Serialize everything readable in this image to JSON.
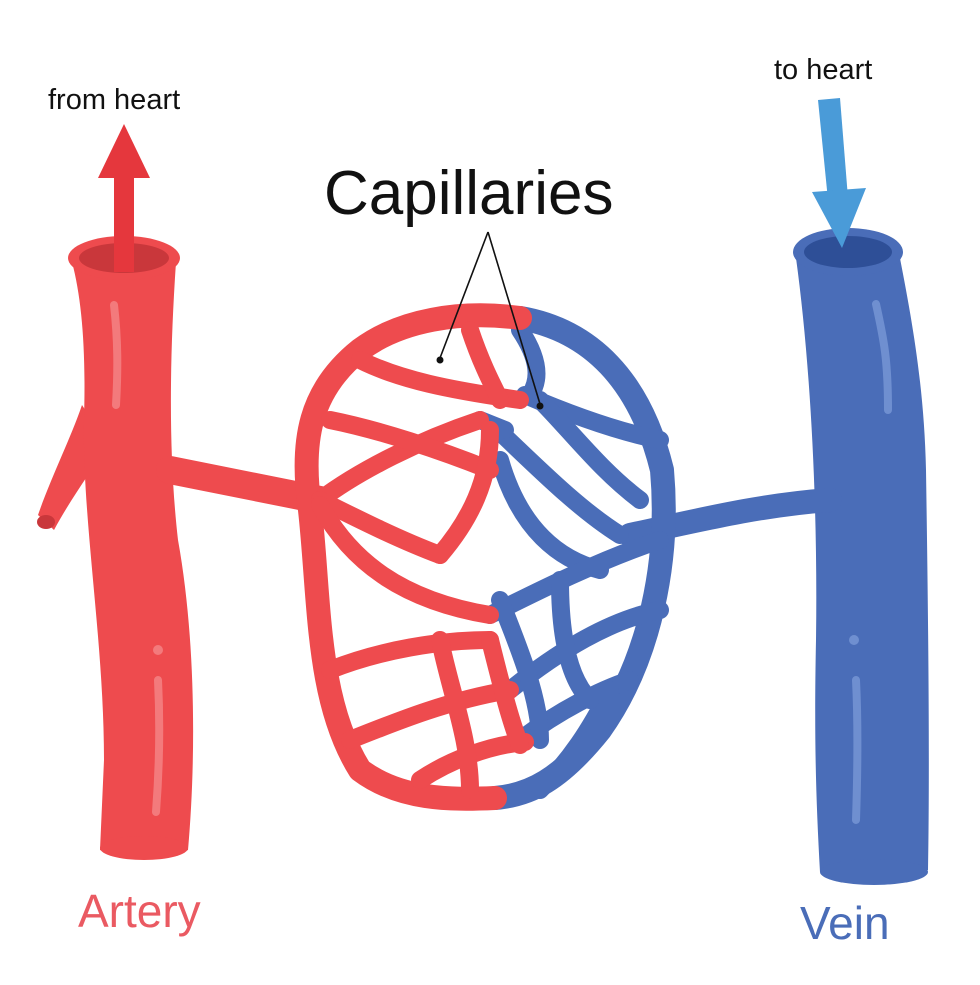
{
  "labels": {
    "from_heart": "from heart",
    "to_heart": "to heart",
    "capillaries": "Capillaries",
    "artery": "Artery",
    "vein": "Vein"
  },
  "colors": {
    "artery": "#ee4b4e",
    "artery_dark": "#c9373b",
    "artery_highlight": "#f37a7c",
    "artery_arrow": "#e5373d",
    "vein": "#4a6db8",
    "vein_dark": "#2e4f97",
    "vein_highlight": "#6f8fd0",
    "vein_arrow": "#4a9bd8",
    "artery_label": "#ea5a62",
    "vein_label": "#4a6db8"
  }
}
